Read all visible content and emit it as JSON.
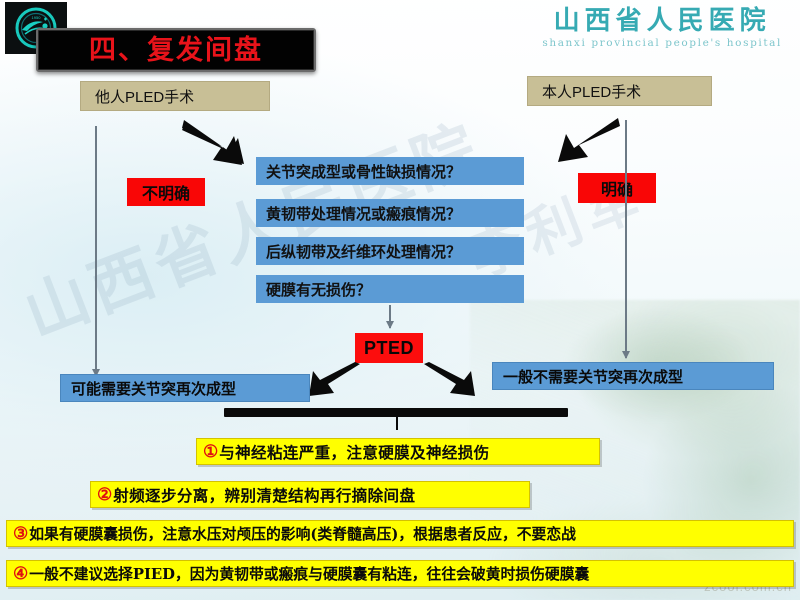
{
  "slide": {
    "title": "四、复发间盘",
    "brand_cn": "山西省人民医院",
    "brand_en": "shanxi provincial people's hospital",
    "logo_icon": "hospital-emblem-icon",
    "watermark_main": "山西省人民医院",
    "watermark_sub": "李利军",
    "watermark_tiny": "zcool.com.cn"
  },
  "flow": {
    "source_left": "他人PLED手术",
    "source_right": "本人PLED手术",
    "status_left": "不明确",
    "status_right": "明确",
    "questions": [
      "关节突成型或骨性缺损情况？",
      "黄韧带处理情况或瘢痕情况？",
      "后纵韧带及纤维环处理情况？",
      "硬膜有无损伤？"
    ],
    "procedure": "PTED",
    "outcome_left": "可能需要关节突再次成型",
    "outcome_right": "一般不需要关节突再次成型"
  },
  "notes": [
    {
      "num": "①",
      "text": "与神经粘连严重，注意硬膜及神经损伤"
    },
    {
      "num": "②",
      "text": "射频逐步分离，辨别清楚结构再行摘除间盘"
    },
    {
      "num": "③",
      "text": "如果有硬膜囊损伤，注意水压对颅压的影响(类脊髓高压)，根据患者反应，不要恋战"
    },
    {
      "num": "④",
      "text": "一般不建议选择PIED，因为黄韧带或瘢痕与硬膜囊有粘连，往往会破黄时损伤硬膜囊"
    }
  ],
  "colors": {
    "title_red": "#e8131a",
    "brand_teal": "#36aab3",
    "box_blue": "#5b9bd5",
    "box_tan": "#c8bf96",
    "box_red": "#f90606",
    "note_yellow": "#ffff00"
  }
}
